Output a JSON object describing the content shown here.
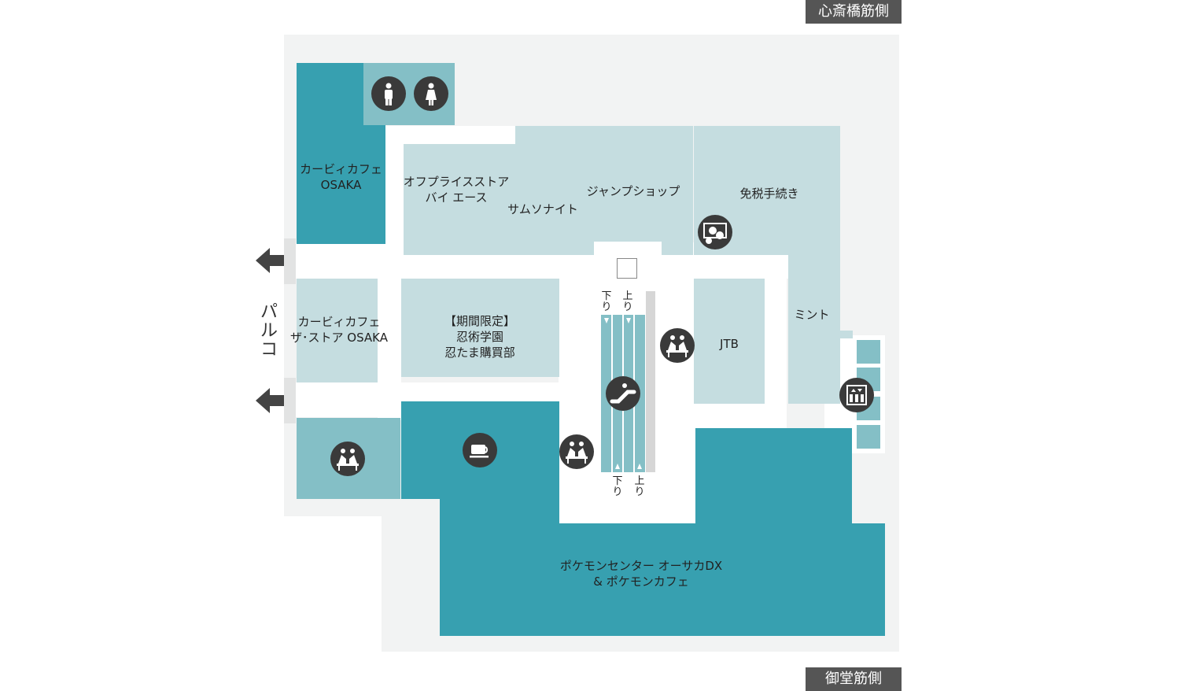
{
  "directions": {
    "north": "心斎橋筋側",
    "south": "御堂筋側",
    "west": [
      "パ",
      "ル",
      "コ"
    ]
  },
  "shops": {
    "kirby_cafe": "カービィカフェ\nOSAKA",
    "toilet": "",
    "off_price": "オフプライスストア\nバイ エース",
    "samsonite": "サムソナイト",
    "jump_shop": "ジャンプショップ",
    "tax_free": "免税手続き",
    "kirby_store": "カービィカフェ\nザ･ストア OSAKA",
    "ninjutsu": "【期間限定】\n忍術学園\n忍たま購買部",
    "jtb": "JTB",
    "mint": "ミント",
    "pokemon": "ポケモンセンター オーサカDX\n& ポケモンカフェ"
  },
  "escalator": {
    "top_down": [
      "下",
      "り"
    ],
    "top_up": [
      "上",
      "り"
    ],
    "bottom_down": [
      "下",
      "り"
    ],
    "bottom_up": [
      "上",
      "り"
    ]
  },
  "icons": [
    "male-toilet-icon",
    "female-toilet-icon",
    "currency-exchange-icon",
    "rest-area-icon",
    "escalator-icon",
    "elevator-icon",
    "cafe-icon"
  ],
  "colors": {
    "floor": "#f2f3f3",
    "dark_teal": "#37a0b0",
    "mid_teal": "#84bfc6",
    "light_teal": "#c5dde0",
    "icon_bg": "#3a3a3a",
    "direction_tag": "#555555"
  }
}
